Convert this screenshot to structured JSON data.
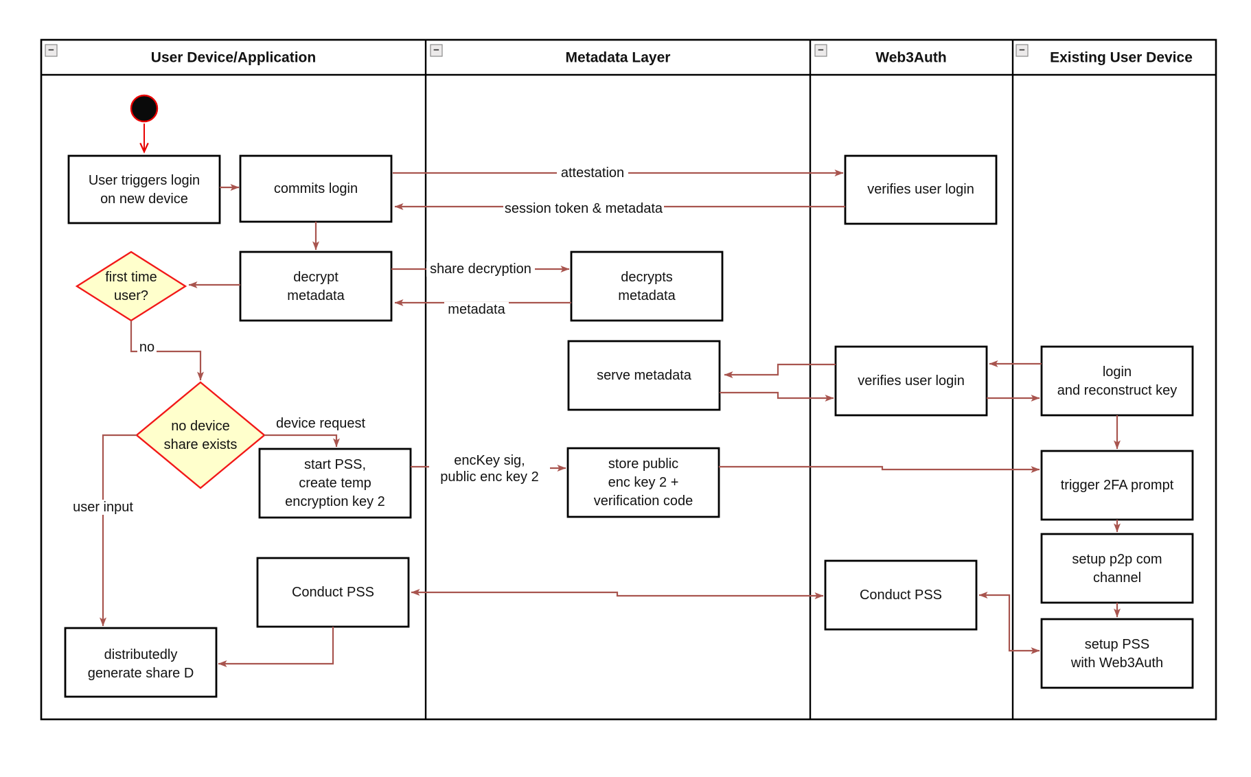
{
  "diagram_title": "Web3Auth device login / PSS flow swimlane diagram",
  "lanes": [
    {
      "title": "User Device/Application"
    },
    {
      "title": "Metadata Layer"
    },
    {
      "title": "Web3Auth"
    },
    {
      "title": "Existing User Device"
    }
  ],
  "icons": {
    "collapse": "−"
  },
  "colors": {
    "arrow": "#A8544E",
    "start_arrow": "#E80000",
    "decision_fill": "#FFFFCC",
    "decision_stroke": "#F21818",
    "box_stroke": "#000000",
    "lane_border": "#000000"
  },
  "nodes": {
    "user_triggers": {
      "line1": "User triggers login",
      "line2": "on new device"
    },
    "commits_login": {
      "line1": "commits login"
    },
    "decrypt_metadata": {
      "line1": "decrypt",
      "line2": "metadata"
    },
    "first_time_user": {
      "line1": "first time",
      "line2": "user?"
    },
    "no_device_share": {
      "line1": "no device",
      "line2": "share exists"
    },
    "start_pss": {
      "line1": "start PSS,",
      "line2": "create temp",
      "line3": "encryption key 2"
    },
    "conduct_pss_user": {
      "line1": "Conduct PSS"
    },
    "generate_share_d": {
      "line1": "distributedly",
      "line2": "generate share D"
    },
    "decrypts_metadata": {
      "line1": "decrypts",
      "line2": "metadata"
    },
    "serve_metadata": {
      "line1": "serve metadata"
    },
    "store_public": {
      "line1": "store public",
      "line2": "enc key 2 +",
      "line3": "verification code"
    },
    "verifies_user_login_1": {
      "line1": "verifies user login"
    },
    "verifies_user_login_2": {
      "line1": "verifies user login"
    },
    "conduct_pss_web3auth": {
      "line1": "Conduct PSS"
    },
    "login_reconstruct": {
      "line1": "login",
      "line2": "and reconstruct key"
    },
    "trigger_2fa": {
      "line1": "trigger 2FA prompt"
    },
    "setup_p2p": {
      "line1": "setup p2p com",
      "line2": "channel"
    },
    "setup_pss": {
      "line1": "setup PSS",
      "line2": "with Web3Auth"
    }
  },
  "edge_labels": {
    "attestation": "attestation",
    "session_token": "session token & metadata",
    "share_decryption": "share decryption",
    "metadata": "metadata",
    "no": "no",
    "device_request": "device request",
    "enckey_line1": "encKey sig,",
    "enckey_line2": "public enc key 2",
    "user_input": "user input"
  }
}
